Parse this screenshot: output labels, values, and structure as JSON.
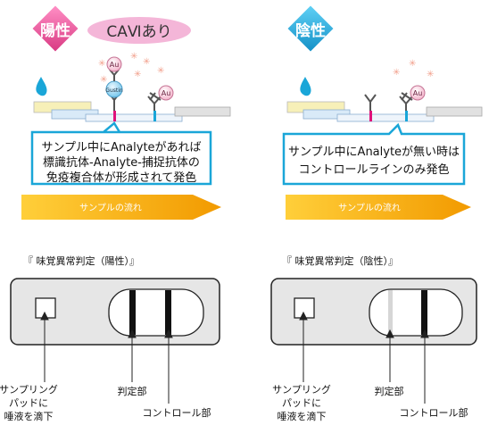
{
  "left_panel": {
    "badge": "陽性",
    "cavi_tag": "CAⅥあり",
    "au_label": "Au",
    "gustin_label": "Gustin",
    "callout": [
      "サンプル中にAnalyteがあれば",
      "標識抗体-Analyte-捕捉抗体の",
      "免疫複合体が形成されて発色"
    ],
    "flow_label": "サンプルの流れ"
  },
  "right_panel": {
    "badge": "陰性",
    "au_label": "Au",
    "callout": [
      "サンプル中にAnalyteが無い時は",
      "コントロールラインのみ発色"
    ],
    "flow_label": "サンプルの流れ"
  },
  "left_device": {
    "title": "『 味覚異常判定（陽性）』",
    "sample_label": [
      "サンプリング",
      "パッドに",
      "唾液を滴下"
    ],
    "judge_label": "判定部",
    "control_label": "コントロール部"
  },
  "right_device": {
    "title": "『 味覚異常判定（陰性）』",
    "sample_label": [
      "サンプリング",
      "パッドに",
      "唾液を滴下"
    ],
    "judge_label": "判定部",
    "control_label": "コントロール部"
  },
  "colors": {
    "positive_badge": "#e04a8c",
    "negative_badge": "#1aa6d8",
    "cavi_pill": "#f4b6d8",
    "flow_arrow": "#f2a900",
    "callout_border": "#1aa6d8",
    "device_fill": "#e6e6e6"
  }
}
